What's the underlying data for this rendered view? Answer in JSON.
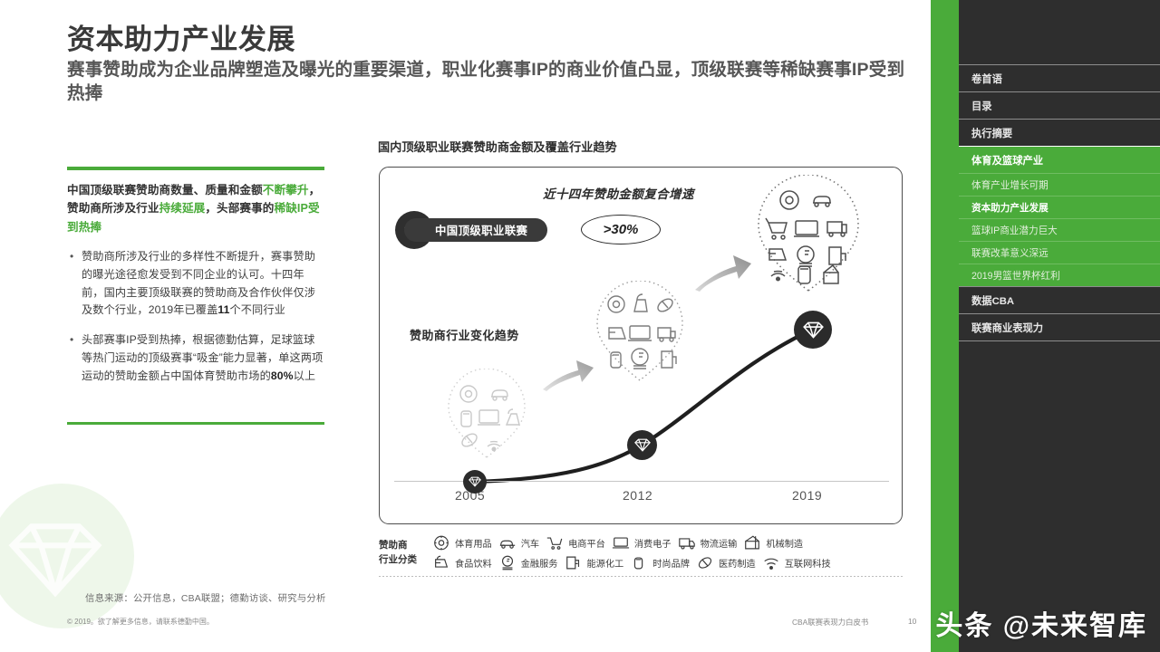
{
  "header": {
    "title": "资本助力产业发展",
    "subtitle": "赛事赞助成为企业品牌塑造及曝光的重要渠道，职业化赛事IP的商业价值凸显，顶级联赛等稀缺赛事IP受到热捧"
  },
  "left": {
    "lead_parts": [
      {
        "text": "中国顶级联赛赞助商数量、质量和金额",
        "green": false
      },
      {
        "text": "不断攀升",
        "green": true
      },
      {
        "text": "，赞助商所涉及行业",
        "green": false
      },
      {
        "text": "持续延展",
        "green": true
      },
      {
        "text": "，头部赛事的",
        "green": false
      },
      {
        "text": "稀缺IP受到热捧",
        "green": true
      }
    ],
    "bullets": [
      "赞助商所涉及行业的多样性不断提升，赛事赞助的曝光途径愈发受到不同企业的认可。十四年前，国内主要顶级联赛的赞助商及合作伙伴仅涉及数个行业，2019年已覆盖11个不同行业",
      "头部赛事IP受到热捧，根据德勤估算，足球篮球等热门运动的顶级赛事“吸金”能力显著，单这两项运动的赞助金额占中国体育赞助市场的80%以上"
    ]
  },
  "chart_data": {
    "type": "line",
    "title": "国内顶级职业联赛赞助商金额及覆盖行业趋势",
    "cagr_label": "近十四年赞助金额复合增速",
    "league_badge": "中国顶级职业联赛",
    "cagr_value": ">30%",
    "trend_label": "赞助商行业变化趋势",
    "xlabel": "",
    "ylabel": "",
    "categories": [
      "2005",
      "2012",
      "2019"
    ],
    "x": [
      2005,
      2012,
      2019
    ],
    "values": [
      2,
      18,
      100
    ],
    "ylim": [
      0,
      110
    ],
    "grid": false,
    "legend_position": "bottom",
    "series": [
      {
        "name": "赞助商金额",
        "values": [
          2,
          18,
          100
        ]
      }
    ],
    "industry_counts": [
      8,
      9,
      11
    ],
    "annotations": [
      {
        "at": "2005",
        "note": "8个行业图标集群"
      },
      {
        "at": "2012",
        "note": "9个行业图标集群"
      },
      {
        "at": "2019",
        "note": "11个行业图标集群"
      }
    ]
  },
  "legend": {
    "title_line1": "赞助商",
    "title_line2": "行业分类",
    "rows": [
      [
        {
          "icon": "ball-icon",
          "label": "体育用品"
        },
        {
          "icon": "car-icon",
          "label": "汽车"
        },
        {
          "icon": "cart-icon",
          "label": "电商平台"
        },
        {
          "icon": "laptop-icon",
          "label": "消费电子"
        },
        {
          "icon": "truck-icon",
          "label": "物流运输"
        },
        {
          "icon": "crane-icon",
          "label": "机械制造"
        }
      ],
      [
        {
          "icon": "bottle-icon",
          "label": "食品饮料"
        },
        {
          "icon": "euro-coin-icon",
          "label": "金融服务"
        },
        {
          "icon": "fuel-pump-icon",
          "label": "能源化工"
        },
        {
          "icon": "watch-icon",
          "label": "时尚品牌"
        },
        {
          "icon": "pill-icon",
          "label": "医药制造"
        },
        {
          "icon": "wifi-icon",
          "label": "互联网科技"
        }
      ]
    ]
  },
  "footer": {
    "source": "信息来源：公开信息，CBA联盟；德勤访谈、研究与分析",
    "copyright": "© 2019。欲了解更多信息，请联系德勤中国。",
    "document": "CBA联赛表现力白皮书",
    "page": "10"
  },
  "sidebar": {
    "items": [
      {
        "label": "卷首语",
        "level": 1,
        "green": false,
        "active": false
      },
      {
        "label": "目录",
        "level": 1,
        "green": false,
        "active": false
      },
      {
        "label": "执行摘要",
        "level": 1,
        "green": false,
        "active": false
      },
      {
        "label": "体育及篮球产业",
        "level": 1,
        "green": true,
        "active": false
      },
      {
        "label": "体育产业增长可期",
        "level": 2,
        "green": true,
        "active": false
      },
      {
        "label": "资本助力产业发展",
        "level": 2,
        "green": true,
        "active": true
      },
      {
        "label": "篮球IP商业潜力巨大",
        "level": 2,
        "green": true,
        "active": false
      },
      {
        "label": "联赛改革意义深远",
        "level": 2,
        "green": true,
        "active": false
      },
      {
        "label": "2019男篮世界杯红利",
        "level": 2,
        "green": true,
        "active": false
      },
      {
        "label": "数据CBA",
        "level": 1,
        "green": false,
        "active": false
      },
      {
        "label": "联赛商业表现力",
        "level": 1,
        "green": false,
        "active": false
      }
    ]
  },
  "watermark": {
    "text": "头条 @未来智库"
  },
  "colors": {
    "brand_green": "#4aab3a",
    "sidebar_dark": "#2e2e2e",
    "ink": "#2b2b2b"
  }
}
